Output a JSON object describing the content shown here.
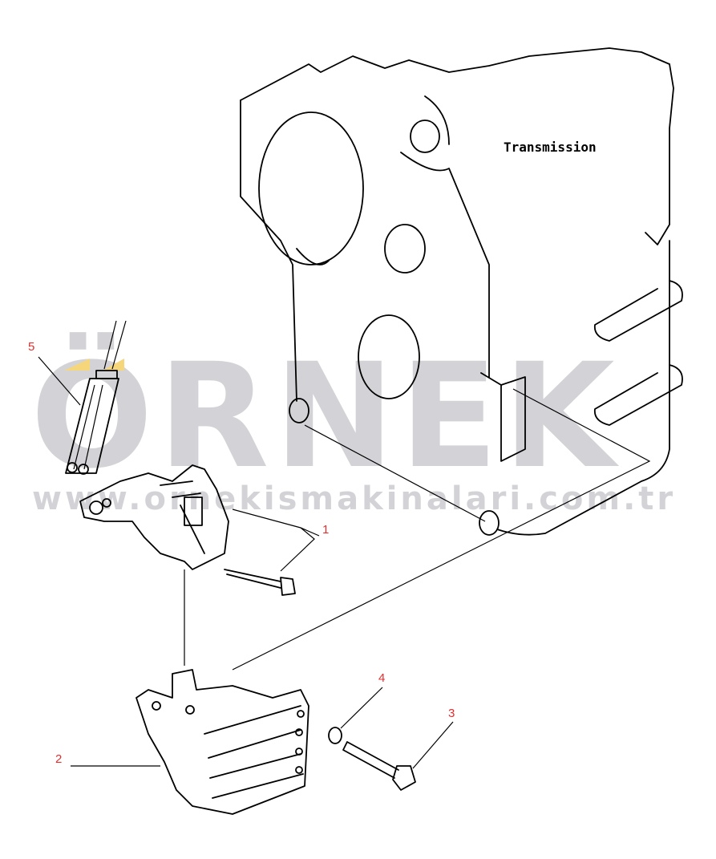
{
  "diagram": {
    "component_label": "Transmission",
    "callouts": [
      "1",
      "2",
      "3",
      "4",
      "5"
    ],
    "callout_color": "#e03030"
  },
  "watermark": {
    "logo_text": "ÖRNEK",
    "url": "www.ornekismakinalari.com.tr",
    "color": "#d3d3d7",
    "accent_color": "#f5d67a"
  }
}
